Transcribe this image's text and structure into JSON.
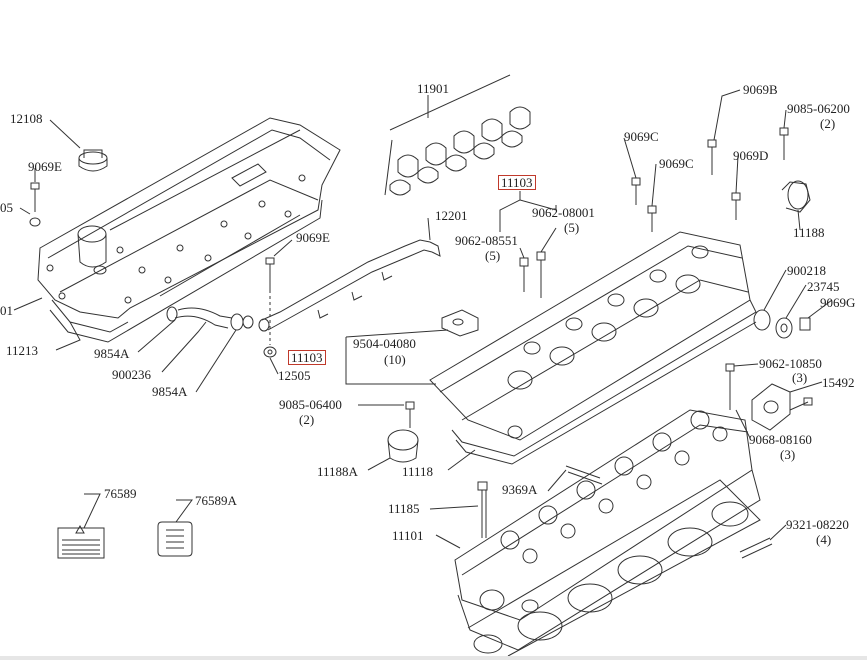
{
  "diagram": {
    "highlight_color": "#c0392b",
    "labels": {
      "p11901": "11901",
      "p12108": "12108",
      "p9069E_a": "9069E",
      "p05": "05",
      "p01": "01",
      "p11213": "11213",
      "p9854A_a": "9854A",
      "p900236": "900236",
      "p9854A_b": "9854A",
      "p12505": "12505",
      "p11103_a": "11103",
      "p9504": "9504-04080",
      "p9504q": "(10)",
      "p9085_06400": "9085-06400",
      "p9085_06400q": "(2)",
      "p11188A": "11188A",
      "p11118": "11118",
      "p9069E_b": "9069E",
      "p12201": "12201",
      "p11103_b": "11103",
      "p9062_08001": "9062-08001",
      "p9062_08001q": "(5)",
      "p9062_08551": "9062-08551",
      "p9062_08551q": "(5)",
      "p9069C_a": "9069C",
      "p9069C_b": "9069C",
      "p9069B": "9069B",
      "p9069D": "9069D",
      "p9085_06200": "9085-06200",
      "p9085_06200q": "(2)",
      "p11188": "11188",
      "p900218": "900218",
      "p23745": "23745",
      "p9069G": "9069G",
      "p9062_10850": "9062-10850",
      "p9062_10850q": "(3)",
      "p15492": "15492",
      "p9068_08160": "9068-08160",
      "p9068_08160q": "(3)",
      "p9369A": "9369A",
      "p11185": "11185",
      "p11101": "11101",
      "p9321_08220": "9321-08220",
      "p9321_08220q": "(4)",
      "p76589": "76589",
      "p76589A": "76589A"
    }
  }
}
